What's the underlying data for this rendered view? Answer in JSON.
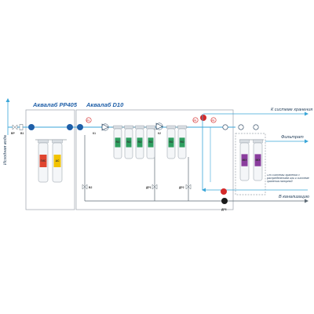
{
  "titles": {
    "left_unit": "Аквалаб PP405",
    "right_unit": "Аквалаб D10"
  },
  "labels": {
    "input": "Исходная вода",
    "out_storage": "К системе хранения",
    "out_filtrate": "Фильтрат",
    "out_return": "От системы хранения с распределением или к системе хранения напорной",
    "out_drain": "В канализацию",
    "bp": "ВР",
    "b1": "В1",
    "b2": "В2",
    "k1": "К1",
    "k2": "К2",
    "dp1": "ДР1",
    "dp2": "ДР2",
    "dp3": "ДР3",
    "p1": "Р1",
    "p2": "Р2",
    "p3": "Р3"
  },
  "cartridges": {
    "pp405": [
      {
        "tag": "ГИС",
        "color": "#e0452f"
      },
      {
        "tag": "АС",
        "color": "#f2c300"
      }
    ],
    "d10_group1": [
      {
        "tag": "RO",
        "color": "#2e9e5f"
      },
      {
        "tag": "RO",
        "color": "#2e9e5f"
      },
      {
        "tag": "RO",
        "color": "#2e9e5f"
      },
      {
        "tag": "RO",
        "color": "#2e9e5f"
      }
    ],
    "d10_group2": [
      {
        "tag": "RO",
        "color": "#2e9e5f"
      },
      {
        "tag": "RO",
        "color": "#2e9e5f"
      }
    ],
    "polish": [
      {
        "tag": "MIX",
        "color": "#8a3d9e"
      },
      {
        "tag": "MIX",
        "color": "#8a3d9e"
      }
    ]
  },
  "colors": {
    "pipe_in": "#3aa6d8",
    "pipe": "#5e6a75",
    "pump_blue": "#1f5fa8",
    "pump_red": "#d42a2a",
    "frame": "#9aa3ab"
  }
}
